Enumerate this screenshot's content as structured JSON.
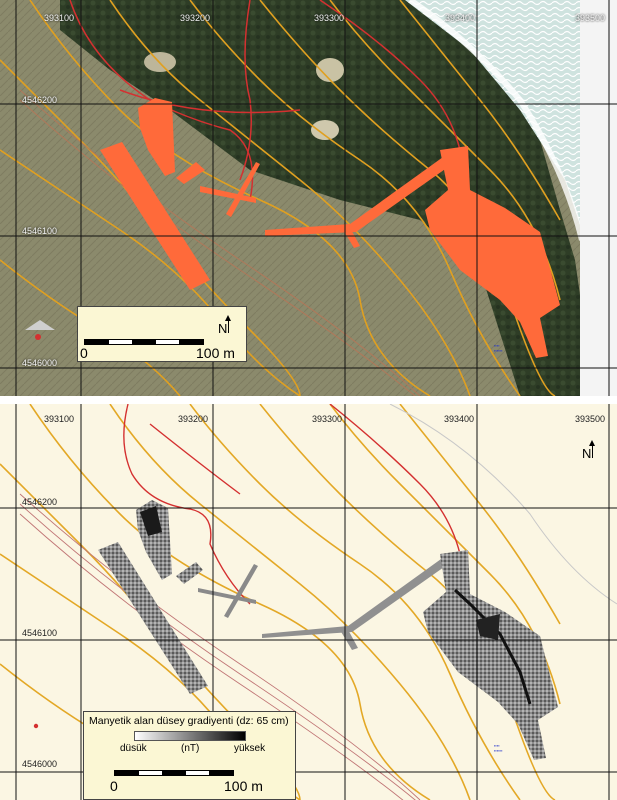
{
  "grid": {
    "x_labels": [
      "393100",
      "393200",
      "393300",
      "393400",
      "393500"
    ],
    "y_labels": [
      "4546200",
      "4546100",
      "4546000"
    ]
  },
  "top_map": {
    "scale": {
      "start": "0",
      "end": "100 m"
    },
    "north": "N",
    "colors": {
      "survey_area": "#ff6a3a",
      "contour": "#e0a020",
      "path": "#d43030"
    }
  },
  "bottom_map": {
    "north": "N",
    "legend": {
      "title": "Manyetik alan düsey gradiyenti (dz: 65 cm)",
      "low": "düsük",
      "unit": "(nT)",
      "high": "yüksek"
    },
    "scale": {
      "start": "0",
      "end": "100 m"
    },
    "colors": {
      "background": "#fbf6e3",
      "contour": "#e3a826",
      "path": "#d43030"
    }
  }
}
